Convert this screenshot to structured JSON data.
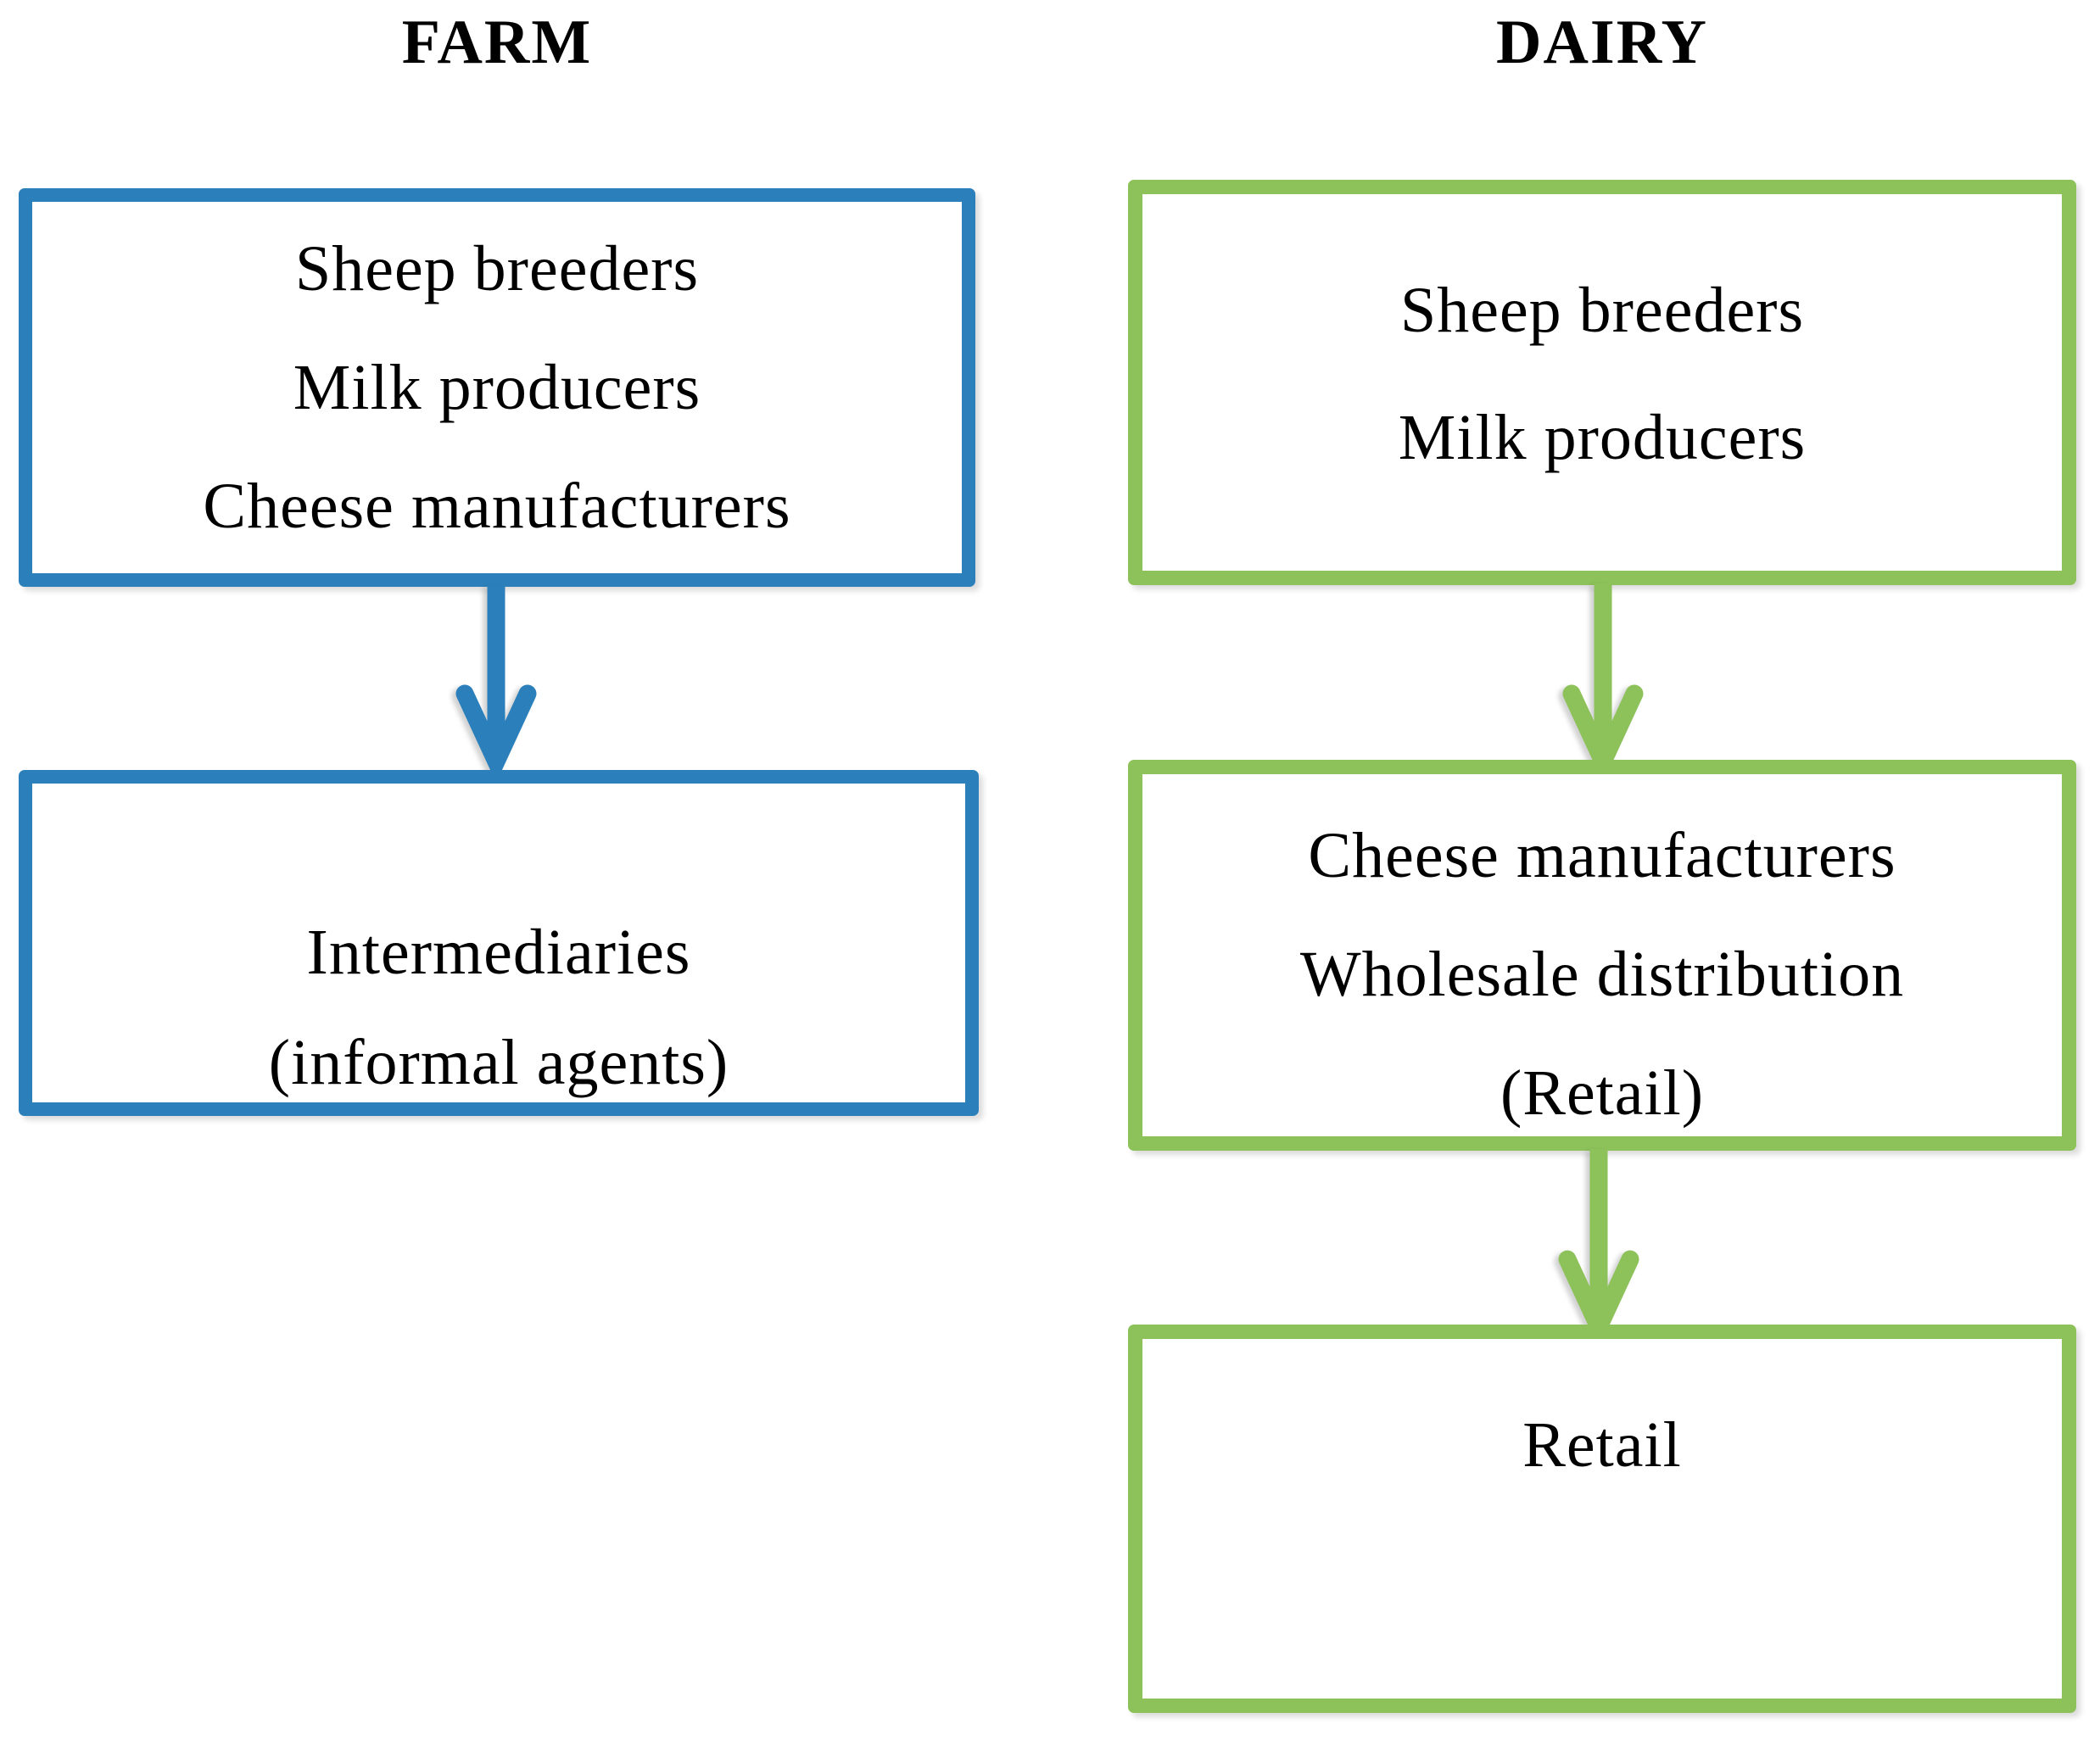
{
  "columns": [
    {
      "title": "FARM",
      "accent_color": "#2b80bc",
      "boxes": [
        {
          "lines": [
            "Sheep breeders",
            "Milk producers",
            "Cheese manufacturers"
          ]
        },
        {
          "lines": [
            "Intermediaries",
            "(informal agents)"
          ]
        }
      ]
    },
    {
      "title": "DAIRY",
      "accent_color": "#8dc15a",
      "boxes": [
        {
          "lines": [
            "Sheep breeders",
            "Milk producers"
          ]
        },
        {
          "lines": [
            "Cheese manufacturers",
            "Wholesale distribution",
            "(Retail)"
          ]
        },
        {
          "lines": [
            "Retail"
          ]
        }
      ]
    }
  ]
}
